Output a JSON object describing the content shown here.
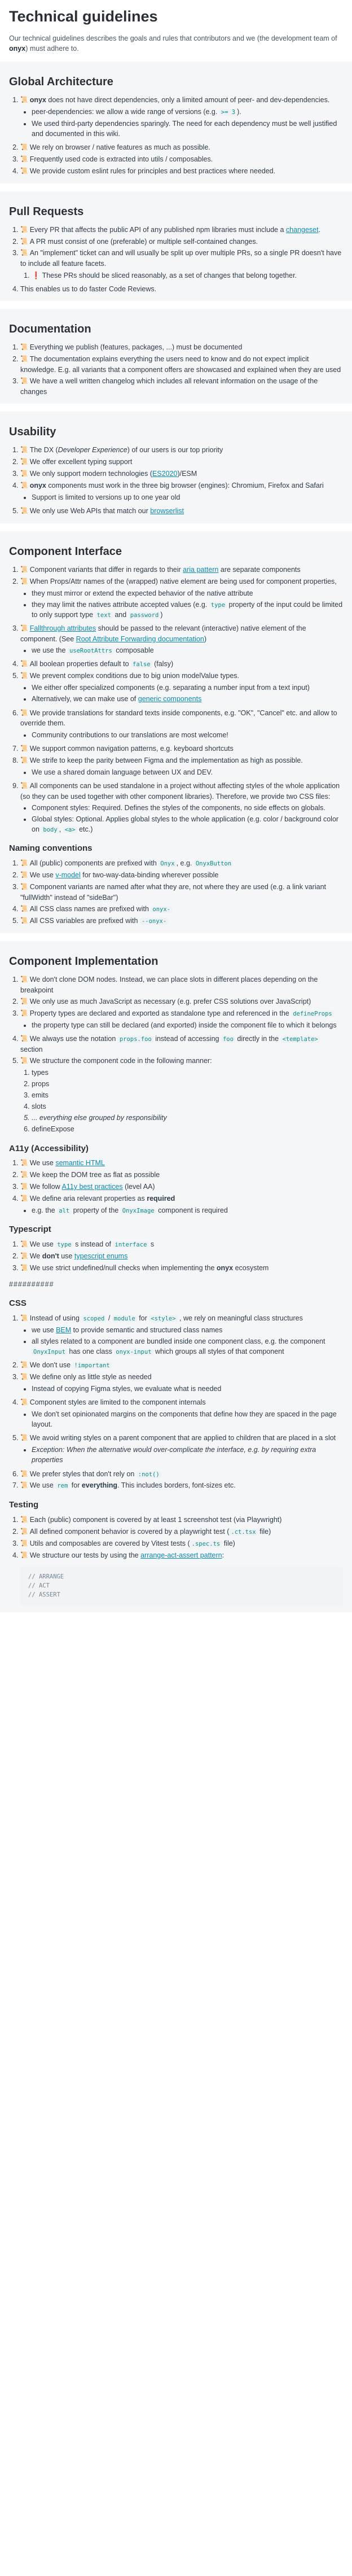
{
  "title": "Technical guidelines",
  "intro": {
    "pre": "Our technical guidelines describes the goals and rules that contributors and we (the development team of ",
    "strong": "onyx",
    "post": ") must adhere to."
  },
  "badge": "📜",
  "architecture": {
    "title": "Global Architecture",
    "i1_strong": "onyx",
    "i1_text": " does not have direct dependencies, only a limited amount of peer- and dev-dependencies.",
    "i1_sub1_pre": "peer-dependencies: we allow a wide range of versions (e.g. ",
    "i1_sub1_code": ">= 3",
    "i1_sub1_post": ").",
    "i1_sub2": "We used third-party dependencies sparingly. The need for each dependency must be well justified and documented in this wiki.",
    "i2": "We rely on browser / native features as much as possible.",
    "i3": "Frequently used code is extracted into utils / composables.",
    "i4": "We provide custom eslint rules for principles and best practices where needed."
  },
  "pr": {
    "title": "Pull Requests",
    "i1_pre": "Every PR that affects the public API of any published npm libraries must include a ",
    "i1_link": "changeset",
    "i1_post": ".",
    "i2": "A PR must consist of one (preferable) or multiple self-contained changes.",
    "i3": "An \"implement\" ticket can and will usually be split up over multiple PRs, so a single PR doesn't have to include all feature facets.",
    "i3_sub_warn": "❗",
    "i3_sub": "These PRs should be sliced reasonably, as a set of changes that belong together.",
    "i3_sub2": "This enables us to do faster Code Reviews."
  },
  "documentation": {
    "title": "Documentation",
    "i1": "Everything we publish (features, packages, ...) must be documented",
    "i2": "The documentation explains everything the users need to know and do not expect implicit knowledge. E.g. all variants that a component offers are showcased and explained when they are used",
    "i3": "We have a well written changelog which includes all relevant information on the usage of the changes"
  },
  "usability": {
    "title": "Usability",
    "i1_pre": "The DX (",
    "i1_em": "Developer Experience",
    "i1_post": ") of our users is our top priority",
    "i2": "We offer excellent typing support",
    "i3_pre": "We only support modern technologies (",
    "i3_link": "ES2020",
    "i3_post": ")/ESM",
    "i4_strong": "onyx",
    "i4_text": " components must work in the three big browser (engines): Chromium, Firefox and Safari",
    "i4_sub": "Support is limited to versions up to one year old",
    "i5_pre": "We only use Web APIs that match our ",
    "i5_link": "browserlist"
  },
  "component_interface": {
    "title": "Component Interface",
    "i1_pre": "Component variants that differ in regards to their ",
    "i1_link": "aria pattern",
    "i1_post": " are separate components",
    "i2": "When Props/Attr names of the (wrapped) native element are being used for component properties,",
    "i2_sub1": "they must mirror or extend the expected behavior of the native attribute",
    "i2_sub2_pre": "they may limit the natives attribute accepted values (e.g. ",
    "i2_sub2_code1": "type",
    "i2_sub2_mid": " property of the input could be limited to only support type ",
    "i2_sub2_code2": "text",
    "i2_sub2_and": " and ",
    "i2_sub2_code3": "password",
    "i2_sub2_post": ")",
    "i3_link": "Fallthrough attributes",
    "i3_text": " should be passed to the relevant (interactive) native element of the component. (See ",
    "i3_link2": "Root Attribute Forwarding documentation",
    "i3_post": ")",
    "i3_sub_pre": "we use the ",
    "i3_sub_code": "useRootAttrs",
    "i3_sub_post": " composable",
    "i4_pre": "All boolean properties default to ",
    "i4_code": "false",
    "i4_post": " (falsy)",
    "i5": "We prevent complex conditions due to big union modelValue types.",
    "i5_sub1": "We either offer specialized components (e.g. separating a number input from a text input)",
    "i5_sub2_pre": "Alternatively, we can make use of ",
    "i5_sub2_link": "generic components",
    "i6": "We provide translations for standard texts inside components, e.g. \"OK\", \"Cancel\" etc. and allow to override them.",
    "i6_sub": "Community contributions to our translations are most welcome!",
    "i7": "We support common navigation patterns, e.g. keyboard shortcuts",
    "i8": "We strife to keep the parity between Figma and the implementation as high as possible.",
    "i8_sub": "We use a shared domain language between UX and DEV.",
    "i9": "All components can be used standalone in a project without affecting styles of the whole application (so they can be used together with other component libraries). Therefore, we provide two CSS files:",
    "i9_sub1": "Component styles: Required. Defines the styles of the components, no side effects on globals.",
    "i9_sub2_pre": "Global styles: Optional. Applies global styles to the whole application (e.g. color / background color on ",
    "i9_sub2_code": "body",
    "i9_sub2_sep": ", ",
    "i9_sub2_code2": "<a>",
    "i9_sub2_post": " etc.)"
  },
  "naming": {
    "title": "Naming conventions",
    "i1_pre": "All (public) components are prefixed with ",
    "i1_code": "Onyx",
    "i1_mid": ", e.g. ",
    "i1_code2": "OnyxButton",
    "i2_pre": "We use ",
    "i2_link": "v-model",
    "i2_post": " for two-way-data-binding wherever possible",
    "i3": "Component variants are named after what they are, not where they are used (e.g. a link variant \"fullWidth\" instead of \"sideBar\")",
    "i4_pre": "All CSS class names are prefixed with ",
    "i4_code": "onyx-",
    "i5_pre": "All CSS variables are prefixed with ",
    "i5_code": "--onyx-"
  },
  "implementation": {
    "title": "Component Implementation",
    "i1": "We don't clone DOM nodes. Instead, we can place slots in different places depending on the breakpoint",
    "i2": "We only use as much JavaScript as necessary (e.g. prefer CSS solutions over JavaScript)",
    "i3_pre": "Property types are declared and exported as standalone type and referenced in the ",
    "i3_code": "defineProps",
    "i3_sub_pre": "the property type can still be declared (and exported) inside the component file to which it belongs",
    "i4_pre": "We always use the notation ",
    "i4_code": "props.foo",
    "i4_mid": " instead of accessing ",
    "i4_code2": "foo",
    "i4_mid2": " directly in the ",
    "i4_code3": "<template>",
    "i4_post": " section",
    "i5": "We structure the component code in the following manner:",
    "order": [
      "types",
      "props",
      "emits",
      "slots",
      "... everything else grouped by responsibility",
      "defineExpose"
    ]
  },
  "a11y": {
    "title": "A11y (Accessibility)",
    "i1_pre": "We use ",
    "i1_link": "semantic HTML",
    "i2": "We keep the DOM tree as flat as possible",
    "i3_pre": "We follow ",
    "i3_link": "A11y best practices",
    "i3_post": " (level AA)",
    "i4_pre": "We define aria relevant properties as ",
    "i4_strong": "required",
    "i4_sub_pre": "e.g. the ",
    "i4_sub_code": "alt",
    "i4_sub_mid": " property of the ",
    "i4_sub_code2": "OnyxImage",
    "i4_sub_post": " component is required"
  },
  "typescript": {
    "title": "Typescript",
    "i1_pre": "We use ",
    "i1_code": "type",
    "i1_mid": " s instead of ",
    "i1_code2": "interface",
    "i1_post": " s",
    "i2_pre": "We ",
    "i2_strong": "don't",
    "i2_mid": " use ",
    "i2_link": "typescript enums",
    "i3_pre": "We use strict undefined/null checks when implementing the ",
    "i3_strong": "onyx",
    "i3_post": " ecosystem"
  },
  "separator": "##########",
  "css": {
    "title": "CSS",
    "i1_pre": "Instead of using ",
    "i1_code": "scoped",
    "i1_sep": " / ",
    "i1_code2": "module",
    "i1_mid": " for ",
    "i1_code3": "<style>",
    "i1_post": " , we rely on meaningful class structures",
    "i1_sub1_pre": "we use ",
    "i1_sub1_link": "BEM",
    "i1_sub1_post": " to provide semantic and structured class names",
    "i1_sub2_pre": "all styles related to a component are bundled inside one component class, e.g. the component ",
    "i1_sub2_code": "OnyxInput",
    "i1_sub2_mid": " has one class ",
    "i1_sub2_code2": "onyx-input",
    "i1_sub2_post": " which groups all styles of that component",
    "i2_pre": "We don't use ",
    "i2_code": "!important",
    "i3": "We define only as little style as needed",
    "i3_sub": "Instead of copying Figma styles, we evaluate what is needed",
    "i4": "Component styles are limited to the component internals",
    "i4_sub": "We don't set opinionated margins on the components that define how they are spaced in the page layout.",
    "i5": "We avoid writing styles on a parent component that are applied to children that are placed in a slot",
    "i5_sub": "Exception: When the alternative would over-complicate the interface, e.g. by requiring extra properties",
    "i6_pre": "We prefer styles that don't rely on ",
    "i6_code": ":not()",
    "i7_pre": "We use ",
    "i7_code": "rem",
    "i7_mid": " for ",
    "i7_strong": "everything",
    "i7_post": ". This includes borders, font-sizes etc."
  },
  "testing": {
    "title": "Testing",
    "i1": "Each (public) component is covered by at least 1 screenshot test (via Playwright)",
    "i2_pre": "All defined component behavior is covered by a playwright test (",
    "i2_code": ".ct.tsx",
    "i2_post": " file)",
    "i3_pre": "Utils and composables are covered by Vitest tests (",
    "i3_code": ".spec.ts",
    "i3_post": " file)",
    "i4_pre": "We structure our tests by using the ",
    "i4_link": "arrange-act-assert pattern",
    "i4_post": ":",
    "code_lines": [
      "// ARRANGE",
      "// ACT",
      "// ASSERT"
    ]
  }
}
